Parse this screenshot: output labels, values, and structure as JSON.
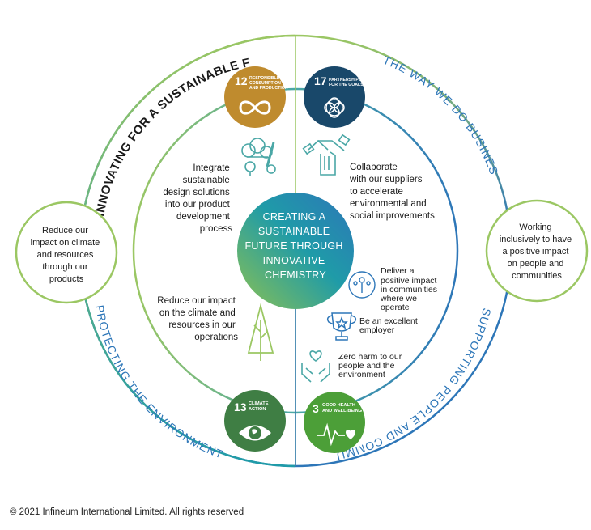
{
  "colors": {
    "lime": "#9bc763",
    "blue": "#2d76b8",
    "teal": "#1f9ba8",
    "dark_teal": "#166d6a",
    "sdg12": "#bf8b2e",
    "sdg17": "#19486a",
    "sdg13": "#3f7e44",
    "sdg3": "#4c9f38",
    "icon": "#4aa7a6"
  },
  "center": {
    "lines": [
      "CREATING A",
      "SUSTAINABLE",
      "FUTURE THROUGH",
      "INNOVATIVE",
      "CHEMISTRY"
    ]
  },
  "arcs": {
    "top_left": "INNOVATING FOR A SUSTAINABLE FUTURE",
    "top_right": "THE WAY WE DO BUSINESS",
    "bottom_right": "SUPPORTING PEOPLE AND COMMUNITIES",
    "bottom_left": "PROTECTING THE ENVIRONMENT"
  },
  "side_circles": {
    "left": {
      "lines": [
        "Reduce our",
        "impact on climate",
        "and resources",
        "through our",
        "products"
      ]
    },
    "right": {
      "lines": [
        "Working",
        "inclusively to have",
        "a positive impact",
        "on people and",
        "communities"
      ]
    }
  },
  "quadrants": {
    "top_left": {
      "lines": [
        "Integrate",
        "sustainable",
        "design solutions",
        "into our product",
        "development",
        "process"
      ],
      "icon": "design-tools-icon"
    },
    "top_right": {
      "lines": [
        "Collaborate",
        "with our suppliers",
        "to accelerate",
        "environmental and",
        "social improvements"
      ],
      "icon": "handshake-icon"
    },
    "bottom_left": {
      "lines": [
        "Reduce our impact",
        "on the climate and",
        "resources in our",
        "operations"
      ],
      "icon": "tree-icon"
    },
    "bottom_right": {
      "items": [
        {
          "lines": [
            "Deliver a",
            "positive impact",
            "in communities",
            "where we",
            "operate"
          ],
          "icon": "community-icon"
        },
        {
          "lines": [
            "Be an excellent",
            "employer"
          ],
          "icon": "trophy-icon"
        },
        {
          "lines": [
            "Zero harm to our",
            "people and the",
            "environment"
          ],
          "icon": "caring-hands-icon"
        }
      ]
    }
  },
  "sdgs": {
    "sdg12": {
      "number": "12",
      "lines": [
        "RESPONSIBLE",
        "CONSUMPTION",
        "AND PRODUCTION"
      ],
      "icon": "infinity-icon"
    },
    "sdg17": {
      "number": "17",
      "lines": [
        "PARTNERSHIPS",
        "FOR THE GOALS"
      ],
      "icon": "flower-rings-icon"
    },
    "sdg13": {
      "number": "13",
      "lines": [
        "CLIMATE",
        "ACTION"
      ],
      "icon": "earth-eye-icon"
    },
    "sdg3": {
      "number": "3",
      "lines": [
        "GOOD HEALTH",
        "AND WELL-BEING"
      ],
      "icon": "heartbeat-icon"
    }
  },
  "copyright": "© 2021 Infineum International Limited. All rights reserved"
}
